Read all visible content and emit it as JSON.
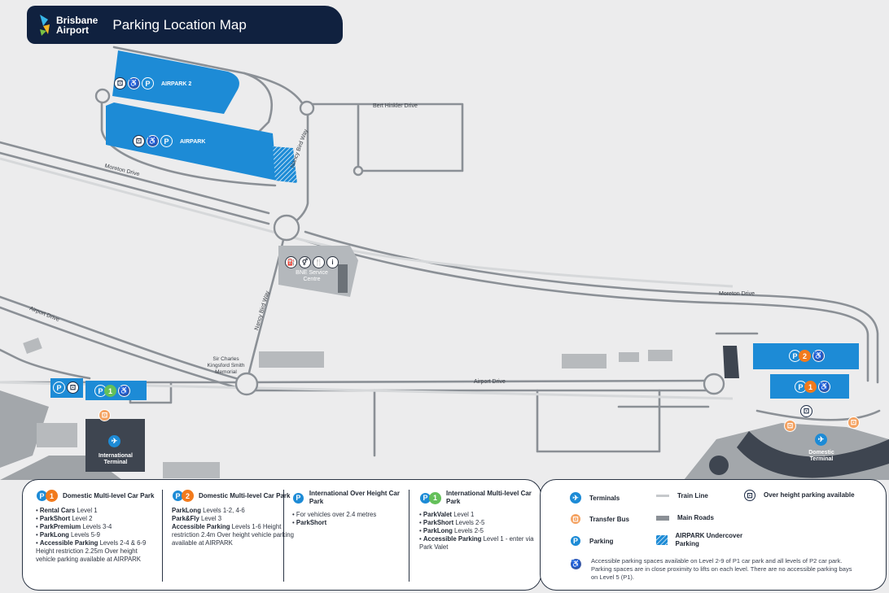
{
  "header": {
    "brand_line1": "Brisbane",
    "brand_line2": "Airport",
    "title": "Parking Location Map"
  },
  "map": {
    "roads": {
      "bert_hinkler": "Bert Hinkler Drive",
      "moreton_drive_left": "Moreton Drive",
      "moreton_drive_right": "Moreton Drive",
      "nancy_bird_way_north": "Nancy Bird Way",
      "nancy_bird_way_south": "Nancy Bird Way",
      "airport_drive_left": "Airport Drive",
      "airport_drive_center": "Airport Drive"
    },
    "places": {
      "airpark2": "AIRPARK 2",
      "airpark": "AIRPARK",
      "service_centre": "BNE Service Centre",
      "kingsford_smith": "Sir Charles Kingsford Smith Memorial",
      "international_terminal": "International Terminal",
      "domestic_terminal": "Domestic Terminal"
    },
    "icons": {
      "parking": "P",
      "level_1": "1",
      "level_2": "2",
      "accessible": "♿",
      "bus": "⊡",
      "terminal": "✈",
      "transfer_bus": "⊡",
      "fuel": "⛽",
      "toilets": "⚥",
      "food": "🍴",
      "info": "i"
    }
  },
  "legend_left": {
    "p1_domestic": {
      "code": "P",
      "level": "1",
      "title": "Domestic Multi-level Car Park",
      "items": [
        {
          "bold": "Rental Cars",
          "text": " Level 1"
        },
        {
          "bold": "ParkShort",
          "text": " Level 2"
        },
        {
          "bold": "ParkPremium",
          "text": " Levels 3-4"
        },
        {
          "bold": "ParkLong",
          "text": " Levels 5-9"
        },
        {
          "bold": "Accessible Parking",
          "text": " Levels 2-4 & 6-9 Height restriction 2.25m Over height vehicle parking available at AIRPARK"
        }
      ]
    },
    "p2_domestic": {
      "code": "P",
      "level": "2",
      "title": "Domestic Multi-level Car Park",
      "items": [
        {
          "bold": "ParkLong",
          "text": " Levels 1-2, 4-6"
        },
        {
          "bold": "Park&Fly",
          "text": " Level 3"
        },
        {
          "bold": "Accessible Parking",
          "text": " Levels 1-6 Height restriction 2.4m Over height vehicle parking available at AIRPARK"
        }
      ]
    },
    "international_over_height": {
      "code": "P",
      "title": "International Over Height Car Park",
      "items": [
        {
          "bold": "",
          "text": "For vehicles over 2.4 metres"
        },
        {
          "bold": "ParkShort",
          "text": ""
        }
      ]
    },
    "p1_international": {
      "code": "P",
      "level": "1",
      "title": "International Multi-level Car Park",
      "items": [
        {
          "bold": "ParkValet",
          "text": " Level 1"
        },
        {
          "bold": "ParkShort",
          "text": " Levels 2-5"
        },
        {
          "bold": "ParkLong",
          "text": " Levels 2-5"
        },
        {
          "bold": "Accessible Parking",
          "text": " Level 1 - enter via Park Valet"
        }
      ]
    }
  },
  "legend_right": {
    "terminals": "Terminals",
    "transfer_bus": "Transfer Bus",
    "parking": "Parking",
    "train_line": "Train Line",
    "main_roads": "Main Roads",
    "airpark_undercover": "AIRPARK Undercover Parking",
    "over_height": "Over height parking available",
    "accessible_note": "Accessible parking spaces available on Level 2-9 of P1 car park and all levels of P2 car park. Parking spaces are in close proximity to lifts on each level. There are no accessible parking bays on Level 5 (P1)."
  },
  "colors": {
    "header_bg": "#10213f",
    "parking_blue": "#1d8bd6",
    "road": "#8b9096",
    "accessible": "#3b5ba8",
    "p1_green": "#64c05a",
    "p2_orange": "#f27a1c",
    "transfer_orange": "#f4a261"
  }
}
